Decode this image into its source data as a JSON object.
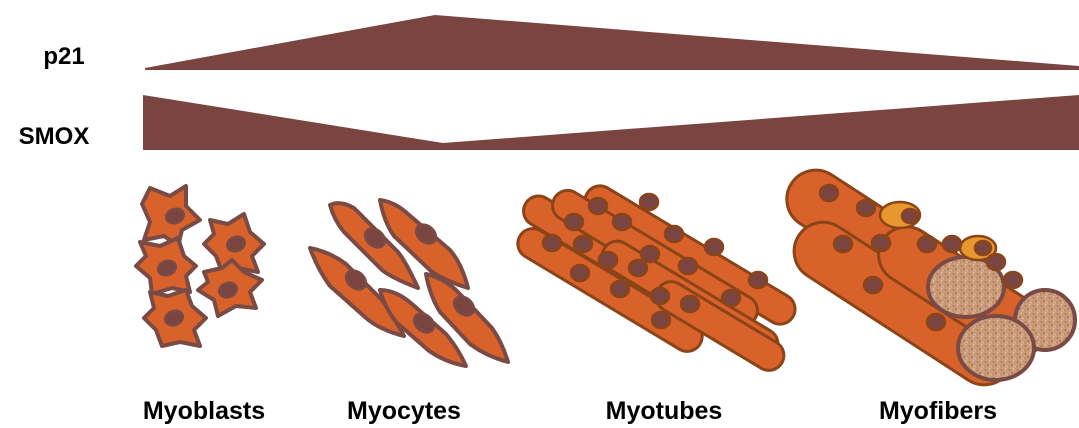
{
  "rows": {
    "p21": {
      "label": "p21",
      "color": "#7a4540"
    },
    "smox": {
      "label": "SMOX",
      "color": "#7a4540"
    }
  },
  "stages": [
    {
      "label": "Myoblasts"
    },
    {
      "label": "Myocytes"
    },
    {
      "label": "Myotubes"
    },
    {
      "label": "Myofibers"
    }
  ],
  "colors": {
    "cell_fill": "#d9622b",
    "cell_outline": "#7a4a45",
    "nucleus_fill": "#7a4540",
    "satellite_fill": "#e8962e",
    "fiber_section": "#caa282"
  }
}
